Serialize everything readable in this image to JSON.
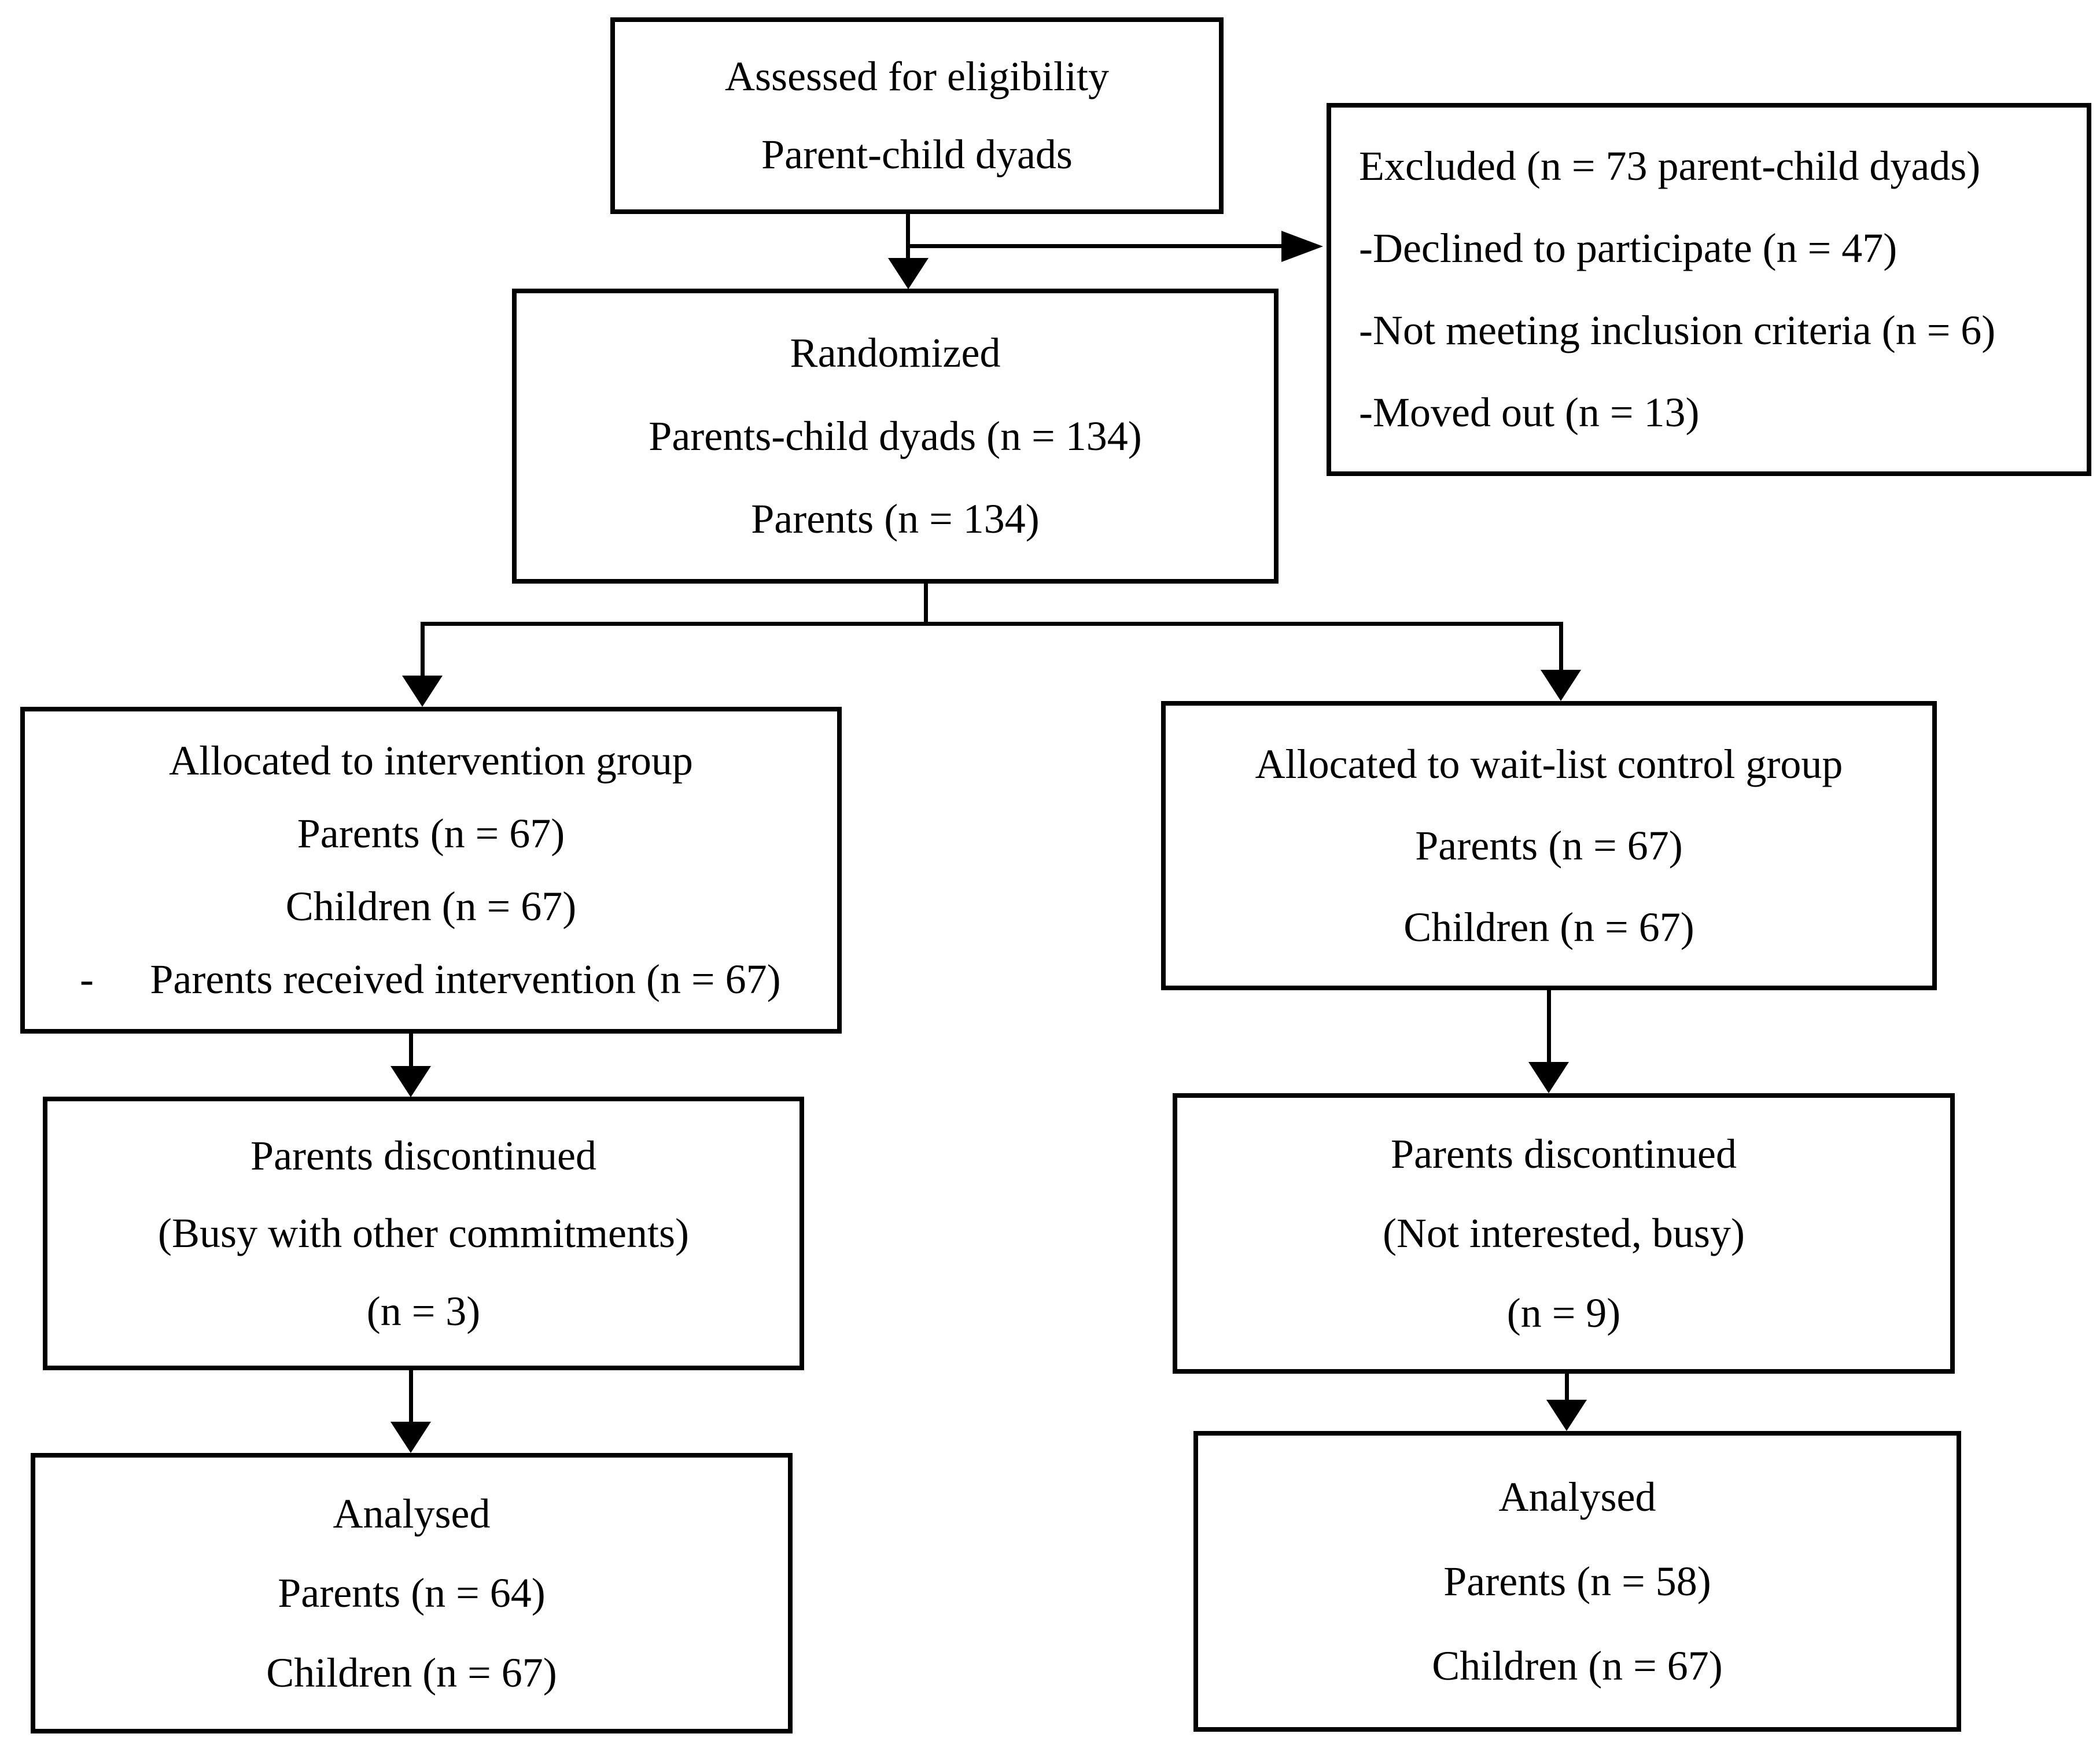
{
  "figure_type": "consort-flow-diagram",
  "colors": {
    "line": "#000000",
    "text": "#000000",
    "background": "#ffffff"
  },
  "boxes": {
    "assessed": {
      "lines": [
        "Assessed for eligibility",
        "Parent-child dyads"
      ]
    },
    "excluded": {
      "lines": [
        "Excluded (n = 73 parent-child dyads)",
        "-Declined to participate (n = 47)",
        "-Not meeting inclusion criteria (n = 6)",
        "-Moved out (n = 13)"
      ]
    },
    "randomized": {
      "lines": [
        "Randomized",
        "Parents-child dyads (n = 134)",
        "Parents (n = 134)"
      ]
    },
    "alloc_intervention": {
      "lines": [
        "Allocated to intervention group",
        "Parents (n = 67)",
        "Children (n = 67)"
      ],
      "bullet": {
        "marker": "-",
        "text": "Parents received intervention (n = 67)"
      }
    },
    "alloc_control": {
      "lines": [
        "Allocated to wait-list control group",
        "Parents (n = 67)",
        "Children (n = 67)"
      ]
    },
    "discontinued_intervention": {
      "lines": [
        "Parents discontinued",
        "(Busy with other commitments)",
        "(n = 3)"
      ]
    },
    "discontinued_control": {
      "lines": [
        "Parents discontinued",
        "(Not interested, busy)",
        "(n = 9)"
      ]
    },
    "analysed_intervention": {
      "lines": [
        "Analysed",
        "Parents (n = 64)",
        "Children (n = 67)"
      ]
    },
    "analysed_control": {
      "lines": [
        "Analysed",
        "Parents (n = 58)",
        "Children (n = 67)"
      ]
    }
  }
}
